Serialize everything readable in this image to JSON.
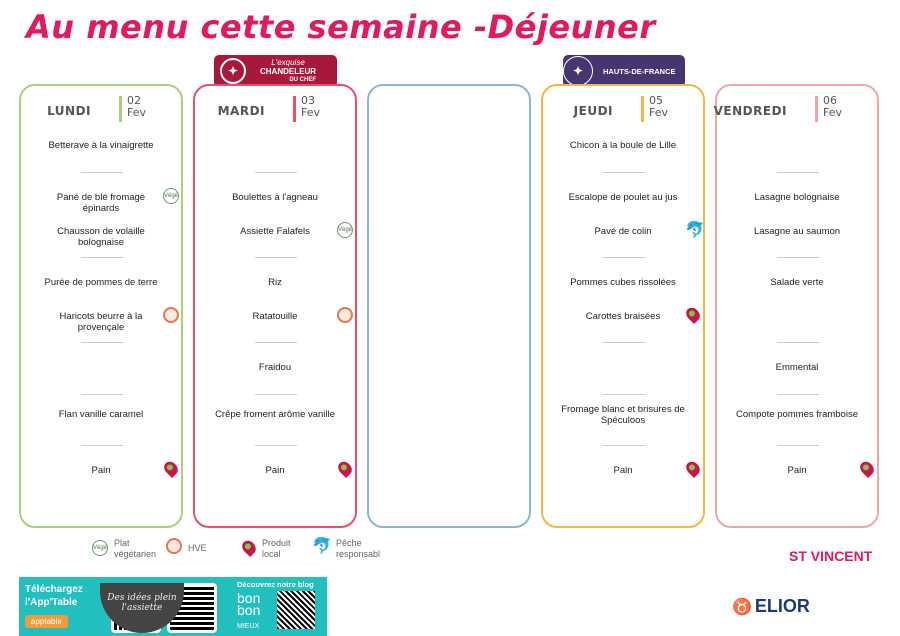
{
  "title": "Au menu cette semaine -Déjeuner",
  "badges": {
    "chandeleur": {
      "line1": "L'exquise",
      "line2": "CHANDELEUR",
      "line3": "DU CHEF"
    },
    "hdf": "HAUTS-DE-FRANCE"
  },
  "days": [
    {
      "name": "LUNDI",
      "num": "02",
      "month": "Fev",
      "color": "#a8d17a",
      "slots": [
        {
          "t": "Betterave à la vinaigrette"
        },
        {
          "t": "Pané de blé fromage épinards",
          "icon": "vege"
        },
        {
          "t": "Chausson de volaille bolognaise"
        },
        {
          "t": "Purée de pommes de terre"
        },
        {
          "t": "Haricots beurre à la provençale",
          "icon": "hve"
        },
        {
          "t": ""
        },
        {
          "t": "Flan vanille caramel"
        },
        {
          "t": "Pain",
          "icon": "local"
        }
      ]
    },
    {
      "name": "MARDI",
      "num": "03",
      "month": "Fev",
      "color": "#e8506a",
      "slots": [
        {
          "t": ""
        },
        {
          "t": "Boulettes à l'agneau"
        },
        {
          "t": "Assiette Falafels",
          "icon": "vege"
        },
        {
          "t": "Riz"
        },
        {
          "t": "Ratatouille",
          "icon": "hve"
        },
        {
          "t": "Fraidou"
        },
        {
          "t": "Crêpe froment arôme vanille"
        },
        {
          "t": "Pain",
          "icon": "local"
        }
      ]
    },
    {
      "name": "",
      "num": "",
      "month": "",
      "color": "#8ab8d0",
      "slots": []
    },
    {
      "name": "JEUDI",
      "num": "05",
      "month": "Fev",
      "color": "#f5b642",
      "slots": [
        {
          "t": "Chicon à la boule de Lille"
        },
        {
          "t": "Escalope de poulet au jus"
        },
        {
          "t": "Pavé de colin",
          "icon": "fish"
        },
        {
          "t": "Pommes cubes rissolées"
        },
        {
          "t": "Carottes braisées",
          "icon": "local"
        },
        {
          "t": ""
        },
        {
          "t": "Fromage blanc et brisures de Spéculoos"
        },
        {
          "t": "Pain",
          "icon": "local"
        }
      ]
    },
    {
      "name": "VENDREDI",
      "num": "06",
      "month": "Fev",
      "color": "#f2a5a8",
      "slots": [
        {
          "t": ""
        },
        {
          "t": "Lasagne bolognaise"
        },
        {
          "t": "Lasagne au saumon"
        },
        {
          "t": "Salade verte"
        },
        {
          "t": ""
        },
        {
          "t": "Emmental"
        },
        {
          "t": "Compote pommes framboise"
        },
        {
          "t": "Pain",
          "icon": "local"
        }
      ]
    }
  ],
  "legend": {
    "vege": "Plat végétarien",
    "vege_icon": "Végé",
    "hve": "HVE",
    "local": "Produit local",
    "fish": "Pêche responsabl"
  },
  "promo": {
    "download": "Téléchargez l'App'Table",
    "app": "apptable",
    "blog": "Découvrez notre blog",
    "bonbon": "bon bon",
    "mieux": "MIEUX",
    "bowl": "Des idées plein l'assiette"
  },
  "site": "ST VINCENT",
  "brand": "ELIOR"
}
